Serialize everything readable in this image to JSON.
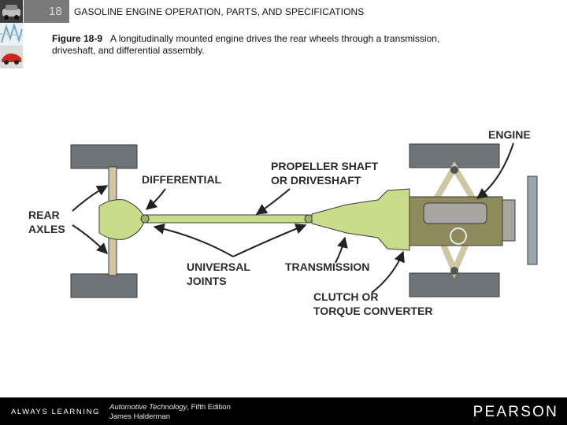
{
  "header": {
    "chapter_number": "18",
    "chapter_title": "GASOLINE ENGINE OPERATION, PARTS, AND SPECIFICATIONS"
  },
  "caption": {
    "figure_label": "Figure 18-9",
    "text_line1": "A longitudinally mounted engine drives the rear wheels through a transmission,",
    "text_line2": "driveshaft, and differential assembly."
  },
  "diagram": {
    "labels": {
      "engine": "ENGINE",
      "propeller_shaft_1": "PROPELLER SHAFT",
      "propeller_shaft_2": "OR DRIVESHAFT",
      "differential": "DIFFERENTIAL",
      "rear_axles_1": "REAR",
      "rear_axles_2": "AXLES",
      "universal_joints_1": "UNIVERSAL",
      "universal_joints_2": "JOINTS",
      "transmission": "TRANSMISSION",
      "clutch_1": "CLUTCH OR",
      "clutch_2": "TORQUE CONVERTER"
    },
    "colors": {
      "drivetrain_green": "#c8dc8a",
      "engine_olive": "#8d8b5c",
      "tire_gray": "#6f7478",
      "frame_tan": "#cfc6a4",
      "outline": "#3a3a3a"
    }
  },
  "footer": {
    "tagline": "ALWAYS LEARNING",
    "book_title": "Automotive Technology",
    "book_edition": ", Fifth Edition",
    "author": "James Halderman",
    "brand": "PEARSON"
  }
}
